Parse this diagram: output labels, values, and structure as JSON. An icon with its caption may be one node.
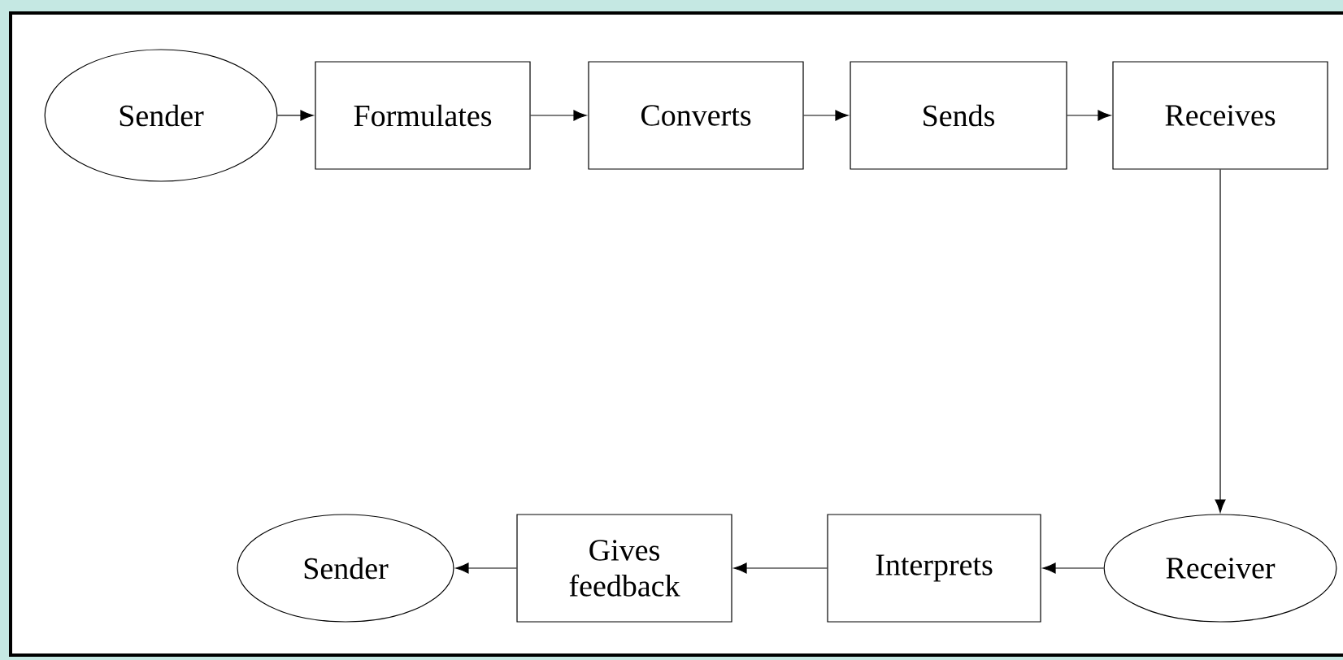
{
  "diagram": {
    "nodes": [
      {
        "text": [
          "Sender"
        ]
      },
      {
        "text": [
          "Formulates"
        ]
      },
      {
        "text": [
          "Converts"
        ]
      },
      {
        "text": [
          "Sends"
        ]
      },
      {
        "text": [
          "Receives"
        ]
      },
      {
        "text": [
          "Receiver"
        ]
      },
      {
        "text": [
          "Interprets"
        ]
      },
      {
        "text": [
          "Gives feedback"
        ]
      },
      {
        "text": [
          "Sender"
        ]
      }
    ],
    "edges": [
      {
        "from": 0,
        "to": 1,
        "arrow": "to"
      },
      {
        "from": 1,
        "to": 2,
        "arrow": "to"
      },
      {
        "from": 2,
        "to": 3,
        "arrow": "to"
      },
      {
        "from": 3,
        "to": 4,
        "arrow": "to"
      },
      {
        "from": 4,
        "to": 5,
        "arrow": "to"
      },
      {
        "from": 5,
        "to": 6,
        "arrow": "to"
      },
      {
        "from": 6,
        "to": 7,
        "arrow": "to"
      },
      {
        "from": 7,
        "to": 8,
        "arrow": "to"
      }
    ]
  }
}
